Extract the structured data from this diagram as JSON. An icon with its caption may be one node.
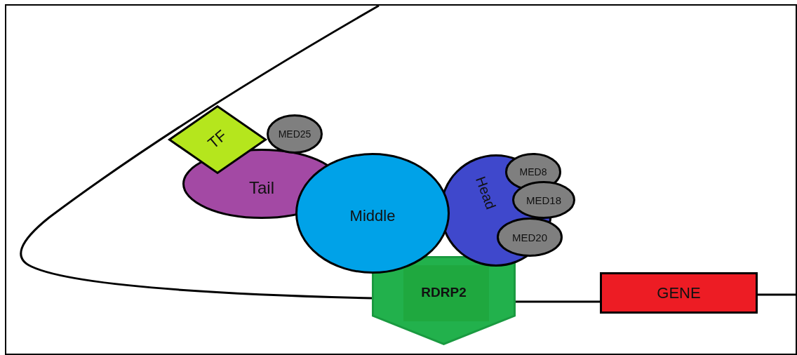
{
  "diagram": {
    "nodes": [
      {
        "text": [
          "TF"
        ]
      },
      {
        "text": [
          "MED25"
        ]
      },
      {
        "text": [
          "Tail"
        ]
      },
      {
        "text": [
          "Middle"
        ]
      },
      {
        "text": [
          "Head"
        ]
      },
      {
        "text": [
          "MED8"
        ]
      },
      {
        "text": [
          "MED18"
        ]
      },
      {
        "text": [
          "MED20"
        ]
      },
      {
        "text": [
          "RDRP2"
        ]
      },
      {
        "text": [
          "GENE"
        ]
      }
    ]
  }
}
